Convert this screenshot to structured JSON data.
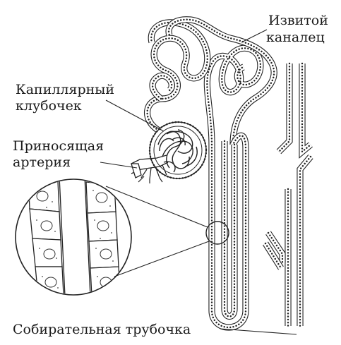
{
  "labels": {
    "convoluted_tubule_line1": "Извитой",
    "convoluted_tubule_line2": "каналец",
    "glomerulus_line1": "Капиллярный",
    "glomerulus_line2": "клубочек",
    "afferent_artery_line1": "Приносящая",
    "afferent_artery_line2": "артерия",
    "collecting_duct": "Собирательная трубочка"
  }
}
